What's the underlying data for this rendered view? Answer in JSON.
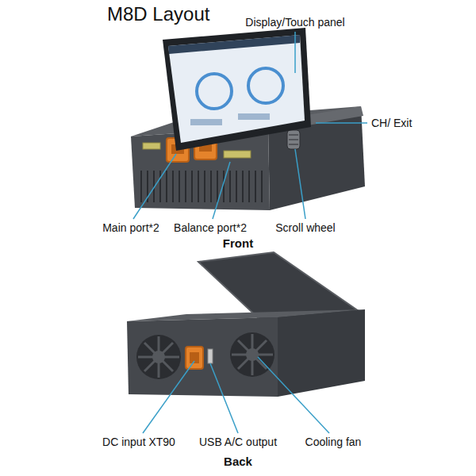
{
  "diagram": {
    "title": "M8D Layout",
    "labels": [
      "Display/Touch panel",
      "CH/ Exit",
      "Main port*2",
      "Balance port*2",
      "Scroll wheel",
      "Front",
      "DC input XT90",
      "USB A/C output",
      "Cooling fan",
      "Back"
    ]
  }
}
